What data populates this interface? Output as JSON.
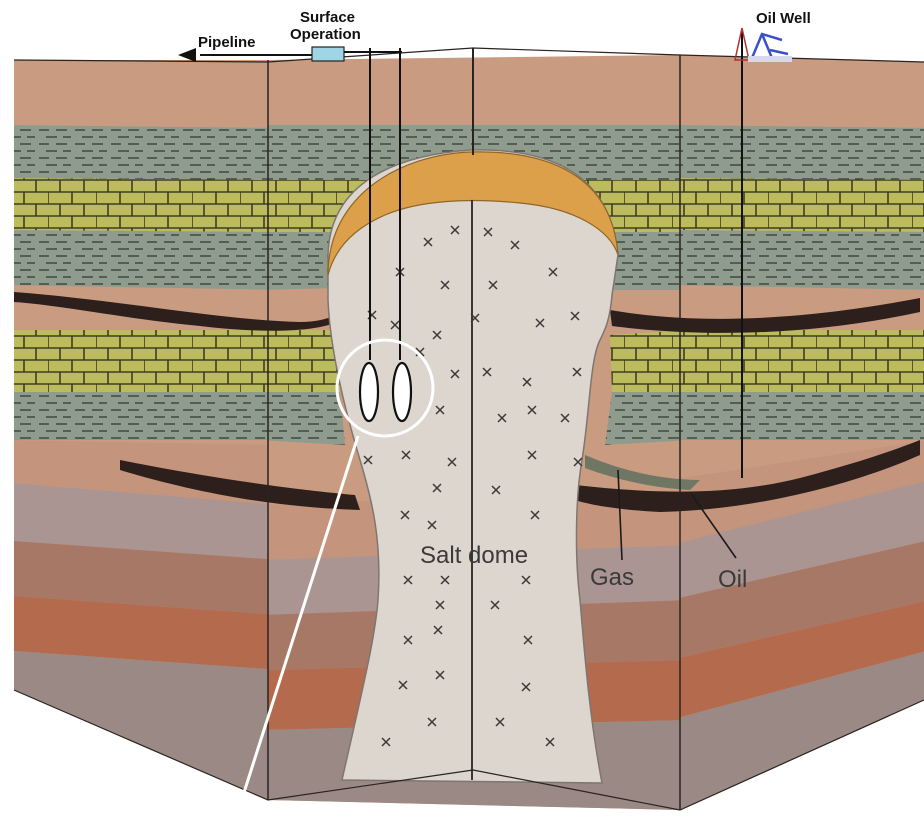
{
  "labels": {
    "pipeline": "Pipeline",
    "surface_line1": "Surface",
    "surface_line2": "Operation",
    "oil_well": "Oil Well",
    "salt_dome": "Salt dome",
    "gas": "Gas",
    "oil": "Oil"
  },
  "colors": {
    "sandstone_top": "#c99b80",
    "shale_grey": "#8e9a8c",
    "limestone_yellow": "#b9b85a",
    "cap_rock": "#dca04a",
    "salt": "#dcd6cf",
    "dark_band": "#2d201c",
    "lower_brown": "#a87866",
    "lower_mauve": "#ab9592",
    "lower_red": "#b46a4d",
    "side_dark": "#8c7a76"
  }
}
